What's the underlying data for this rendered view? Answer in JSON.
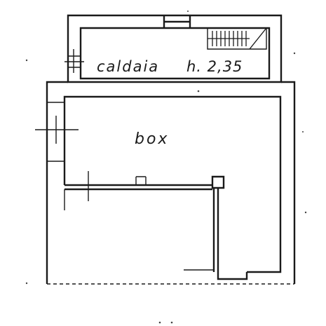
{
  "rooms": {
    "caldaia": {
      "label": "caldaia",
      "height_label": "h. 2,35"
    },
    "box": {
      "label": "box"
    }
  },
  "colors": {
    "ink": "#1a1a1a",
    "paper": "#ffffff"
  }
}
